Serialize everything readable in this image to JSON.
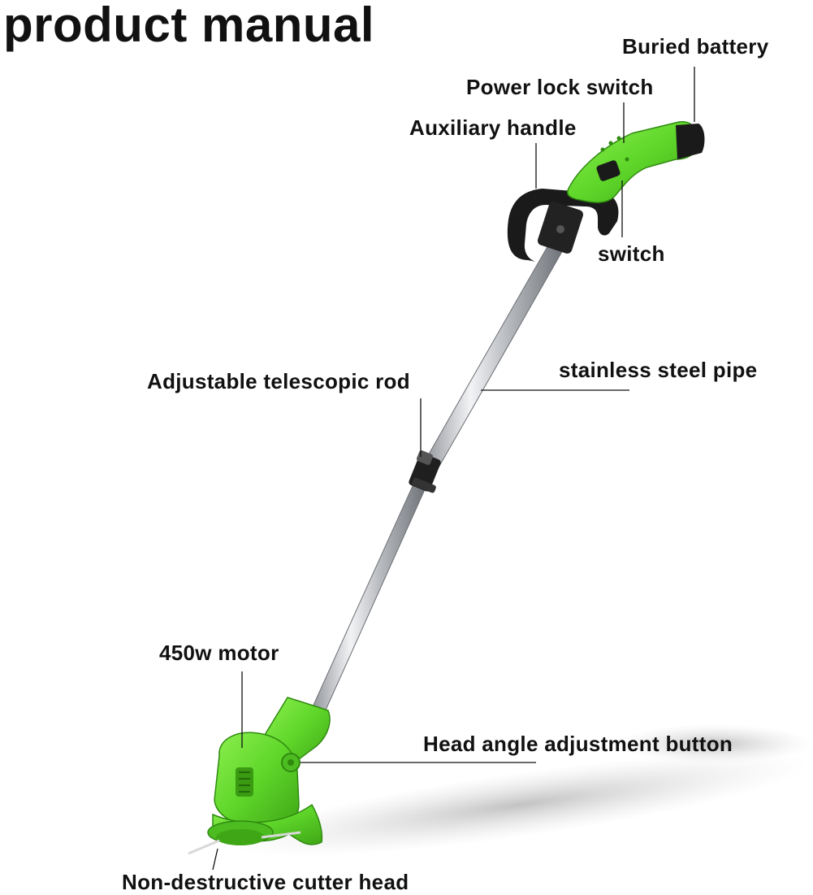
{
  "title": "product manual",
  "labels": {
    "buried_battery": "Buried battery",
    "power_lock_switch": "Power lock switch",
    "auxiliary_handle": "Auxiliary handle",
    "switch": "switch",
    "stainless_steel_pipe": "stainless steel pipe",
    "adjustable_telescopic_rod": "Adjustable telescopic rod",
    "motor": "450w motor",
    "head_angle_button": "Head angle adjustment button",
    "cutter_head": "Non-destructive cutter head"
  },
  "colors": {
    "body_green": "#5fd62a",
    "dark_green": "#3fa616",
    "handle_black": "#1a1a1a",
    "steel": "#b9bcc0",
    "text": "#111111"
  }
}
